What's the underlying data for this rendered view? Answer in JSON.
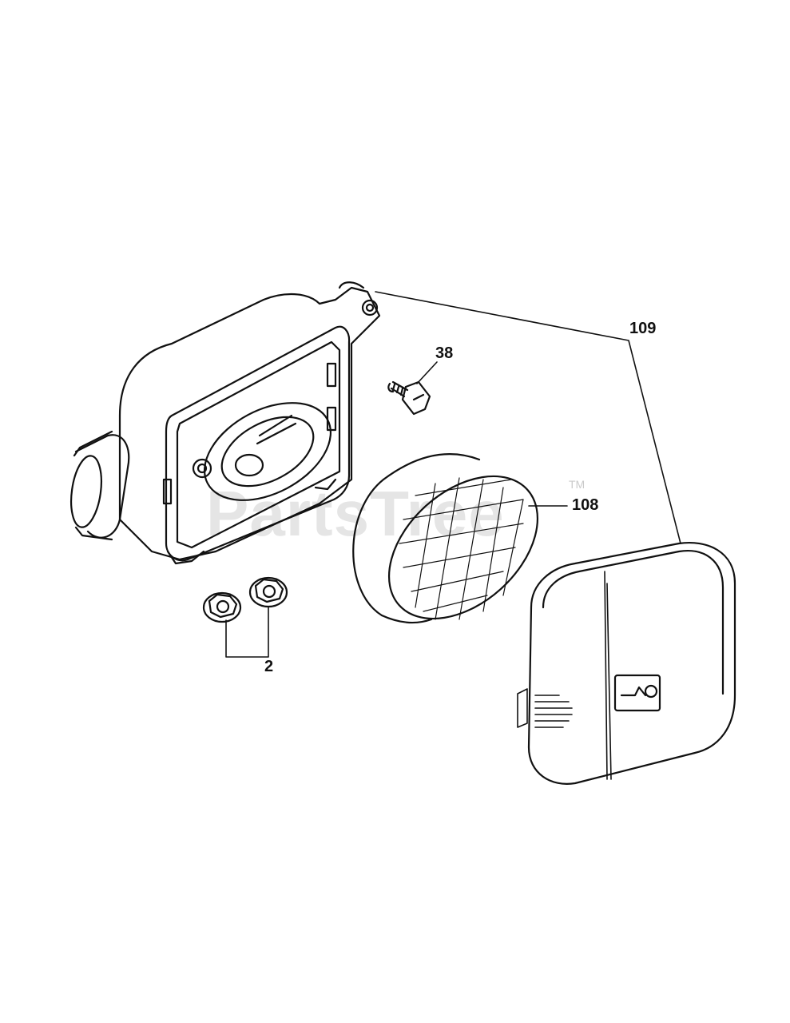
{
  "diagram": {
    "callouts": {
      "housing": "109",
      "bolt": "38",
      "filter": "108",
      "nuts": "2"
    },
    "watermark": {
      "text": "PartsTree",
      "trademark": "TM"
    }
  }
}
